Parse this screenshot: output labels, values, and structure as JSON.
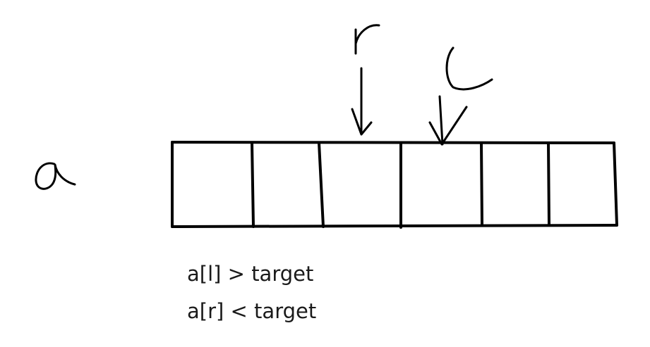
{
  "diagram": {
    "array_name": "a",
    "cell_count": 6,
    "pointers": [
      {
        "name": "r",
        "cell_index": 2
      },
      {
        "name": "l",
        "cell_index": 3
      }
    ],
    "conditions": [
      "a[l] > target",
      "a[r] < target"
    ],
    "ink_color": "#000000"
  }
}
